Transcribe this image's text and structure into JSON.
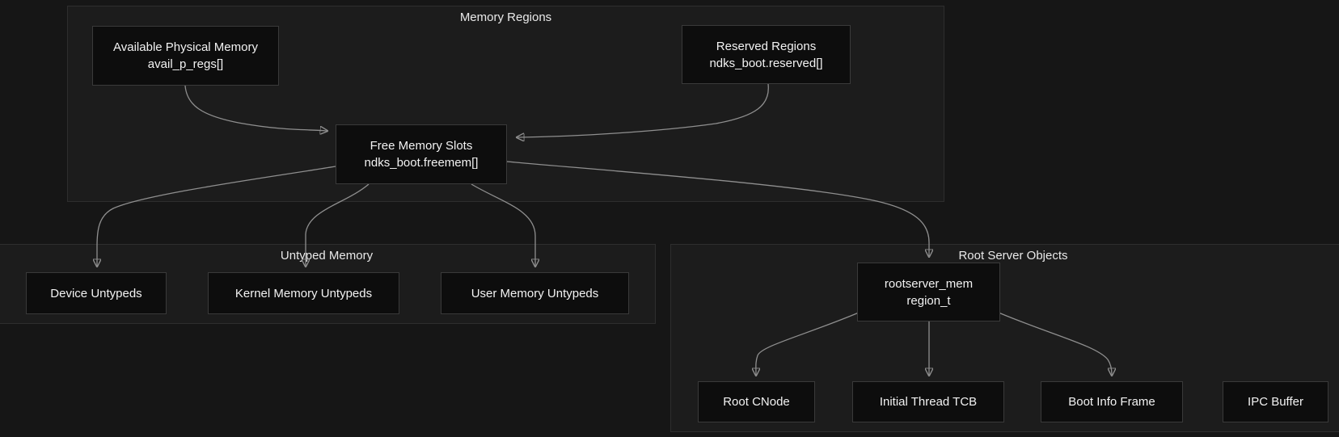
{
  "diagram": {
    "type": "flowchart",
    "containers": {
      "memory_regions": {
        "title": "Memory Regions"
      },
      "untyped_memory": {
        "title": "Untyped Memory"
      },
      "root_server_objects": {
        "title": "Root Server Objects"
      }
    },
    "nodes": {
      "avail_physical_memory": {
        "line1": "Available Physical Memory",
        "line2": "avail_p_regs[]"
      },
      "reserved_regions": {
        "line1": "Reserved Regions",
        "line2": "ndks_boot.reserved[]"
      },
      "free_memory_slots": {
        "line1": "Free Memory Slots",
        "line2": "ndks_boot.freemem[]"
      },
      "device_untypeds": {
        "label": "Device Untypeds"
      },
      "kernel_memory_untypeds": {
        "label": "Kernel Memory Untypeds"
      },
      "user_memory_untypeds": {
        "label": "User Memory Untypeds"
      },
      "rootserver_mem": {
        "line1": "rootserver_mem",
        "line2": "region_t"
      },
      "root_cnode": {
        "label": "Root CNode"
      },
      "initial_thread_tcb": {
        "label": "Initial Thread TCB"
      },
      "boot_info_frame": {
        "label": "Boot Info Frame"
      },
      "ipc_buffer": {
        "label": "IPC Buffer"
      }
    },
    "edges": [
      {
        "from": "Available Physical Memory",
        "to": "Free Memory Slots"
      },
      {
        "from": "Reserved Regions",
        "to": "Free Memory Slots"
      },
      {
        "from": "Free Memory Slots",
        "to": "Device Untypeds"
      },
      {
        "from": "Free Memory Slots",
        "to": "Kernel Memory Untypeds"
      },
      {
        "from": "Free Memory Slots",
        "to": "User Memory Untypeds"
      },
      {
        "from": "Free Memory Slots",
        "to": "rootserver_mem"
      },
      {
        "from": "rootserver_mem",
        "to": "Root CNode"
      },
      {
        "from": "rootserver_mem",
        "to": "Initial Thread TCB"
      },
      {
        "from": "rootserver_mem",
        "to": "Boot Info Frame"
      }
    ]
  },
  "colors": {
    "page_bg": "#161616",
    "cluster_bg": "#1c1c1c",
    "cluster_border": "#2e2e2e",
    "node_bg": "#0d0d0d",
    "node_border": "#3a3a3a",
    "node_text": "#f2f2f2",
    "title_color": "#e9e9e9",
    "edge_color": "#8f8f8f"
  }
}
